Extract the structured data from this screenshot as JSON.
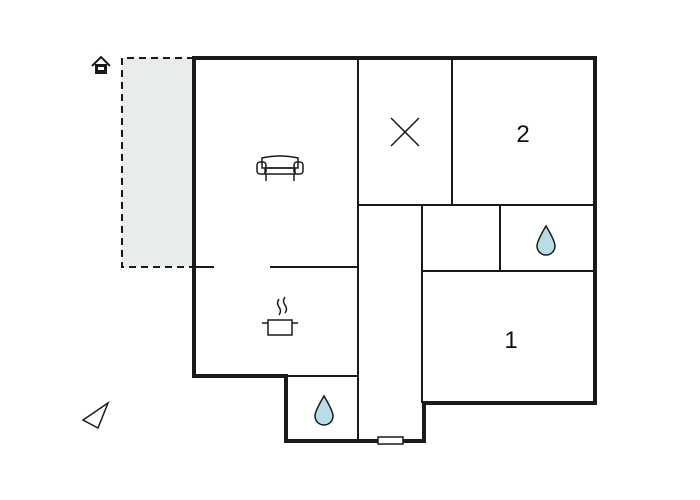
{
  "floorplan": {
    "rooms": [
      {
        "id": "living",
        "icon": "sofa-icon"
      },
      {
        "id": "kitchen",
        "icon": "cooking-pot-icon"
      },
      {
        "id": "storage",
        "icon": "cross-icon"
      },
      {
        "id": "bedroom-2",
        "label": "2"
      },
      {
        "id": "bedroom-1",
        "label": "1"
      },
      {
        "id": "bathroom-upper",
        "icon": "water-drop-icon"
      },
      {
        "id": "bathroom-lower",
        "icon": "water-drop-icon"
      },
      {
        "id": "hallway"
      }
    ],
    "terrace": {
      "style": "dashed",
      "fill": "#e8ecec"
    },
    "colors": {
      "wall": "#1a1a1a",
      "water_drop": "#b8dde8",
      "terrace_fill": "#e8ecec"
    }
  }
}
